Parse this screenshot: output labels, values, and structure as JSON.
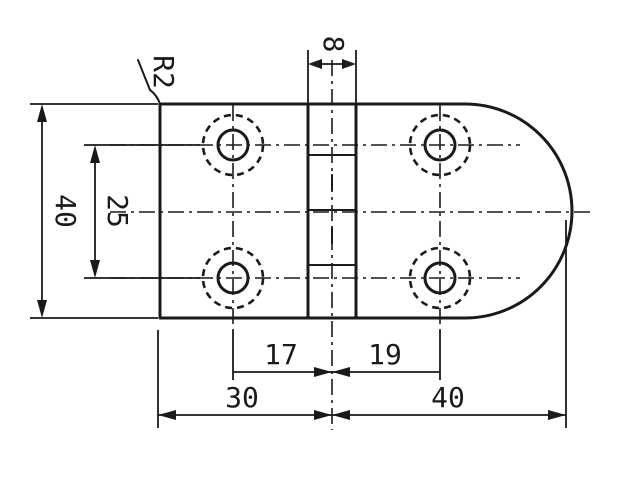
{
  "drawing": {
    "radius_label": "R2",
    "thickness_label": "8",
    "height_label": "40",
    "hole_spacing_vertical_label": "25",
    "hole_offset_left_label": "17",
    "hole_offset_right_label": "19",
    "width_left_label": "30",
    "width_right_label": "40"
  }
}
